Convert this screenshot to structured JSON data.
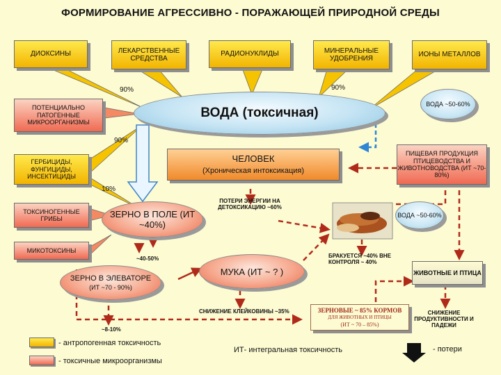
{
  "title": "ФОРМИРОВАНИЕ АГРЕССИВНО - ПОРАЖАЮЩЕЙ  ПРИРОДНОЙ СРЕДЫ",
  "top_sources": {
    "dioxins": "ДИОКСИНЫ",
    "medicines": "ЛЕКАРСТВЕННЫЕ СРЕДСТВА",
    "radionuclides": "РАДИОНУКЛИДЫ",
    "fertilizers": "МИНЕРАЛЬНЫЕ УДОБРЕНИЯ",
    "metal_ions": "ИОНЫ МЕТАЛЛОВ"
  },
  "left_sources": {
    "microorganisms": "ПОТЕНЦИАЛЬНО ПАТОГЕННЫЕ МИКРООРГАНИЗМЫ",
    "herbicides": "ГЕРБИЦИДЫ, ФУНГИЦИДЫ, ИНСЕКТИЦИДЫ",
    "fungi": "ТОКСИНОГЕННЫЕ ГРИБЫ",
    "mycotoxins": "МИКОТОКСИНЫ"
  },
  "water": {
    "label": "ВОДА (токсичная)",
    "pct_top_left": "90%",
    "pct_top_right": "90%",
    "pct_bottom_left": "90%"
  },
  "pct_herbicides": "10%",
  "water_food": "ВОДА ~50-60%",
  "water_bread": "ВОДА ~50-60%",
  "human": {
    "title": "ЧЕЛОВЕК",
    "subtitle": "(Хроническая интоксикация)"
  },
  "food_products": "ПИЩЕВАЯ ПРОДУКЦИЯ ПТИЦЕВОДСТВА И ЖИВОТНОВОДСТВА (ИТ ~70-80%)",
  "grain_field": "ЗЕРНО В ПОЛЕ (ИТ ~40%)",
  "energy_loss": "ПОТЕРИ ЭНЕРГИИ НА ДЕТОКСИКАЦИЮ ~60%",
  "flour": "МУКА (ИТ ~ ? )",
  "rejected": "БРАКУЕТСЯ ~40% ВНЕ КОНТРОЛЯ ~ 40%",
  "animals": "ЖИВОТНЫЕ И ПТИЦА",
  "grain_elevator": "ЗЕРНО В ЭЛЕВАТОРЕ",
  "grain_elevator_it": "(ИТ ~70 - 90%)",
  "pct_40_50": "~40-50%",
  "gluten_loss": "СНИЖЕНИЕ КЛЕЙКОВИНЫ ~35%",
  "feed": {
    "line1": "ЗЕРНОВЫЕ ~ 85% КОРМОВ",
    "line2": "ДЛЯ ЖИВОТНЫХ И ПТИЦЫ",
    "line3": "(ИТ ~ 70 – 85%)"
  },
  "productivity": "СНИЖЕНИЕ ПРОДУКТИВНОСТИ И ПАДЕЖИ",
  "pct_8_10": "~8-10%",
  "legend": {
    "anthropogenic": "- антропогенная токсичность",
    "microbial": "- токсичные микроорганизмы",
    "integral": "ИТ- интегральная токсичность",
    "losses": "- потери"
  },
  "colors": {
    "yellow": "#f2b400",
    "orange": "#f08a2a",
    "pink": "#f06a52",
    "water": "#c3e3f3",
    "loss_line": "#b02a1a",
    "water_arrow": "#2f86d6"
  }
}
